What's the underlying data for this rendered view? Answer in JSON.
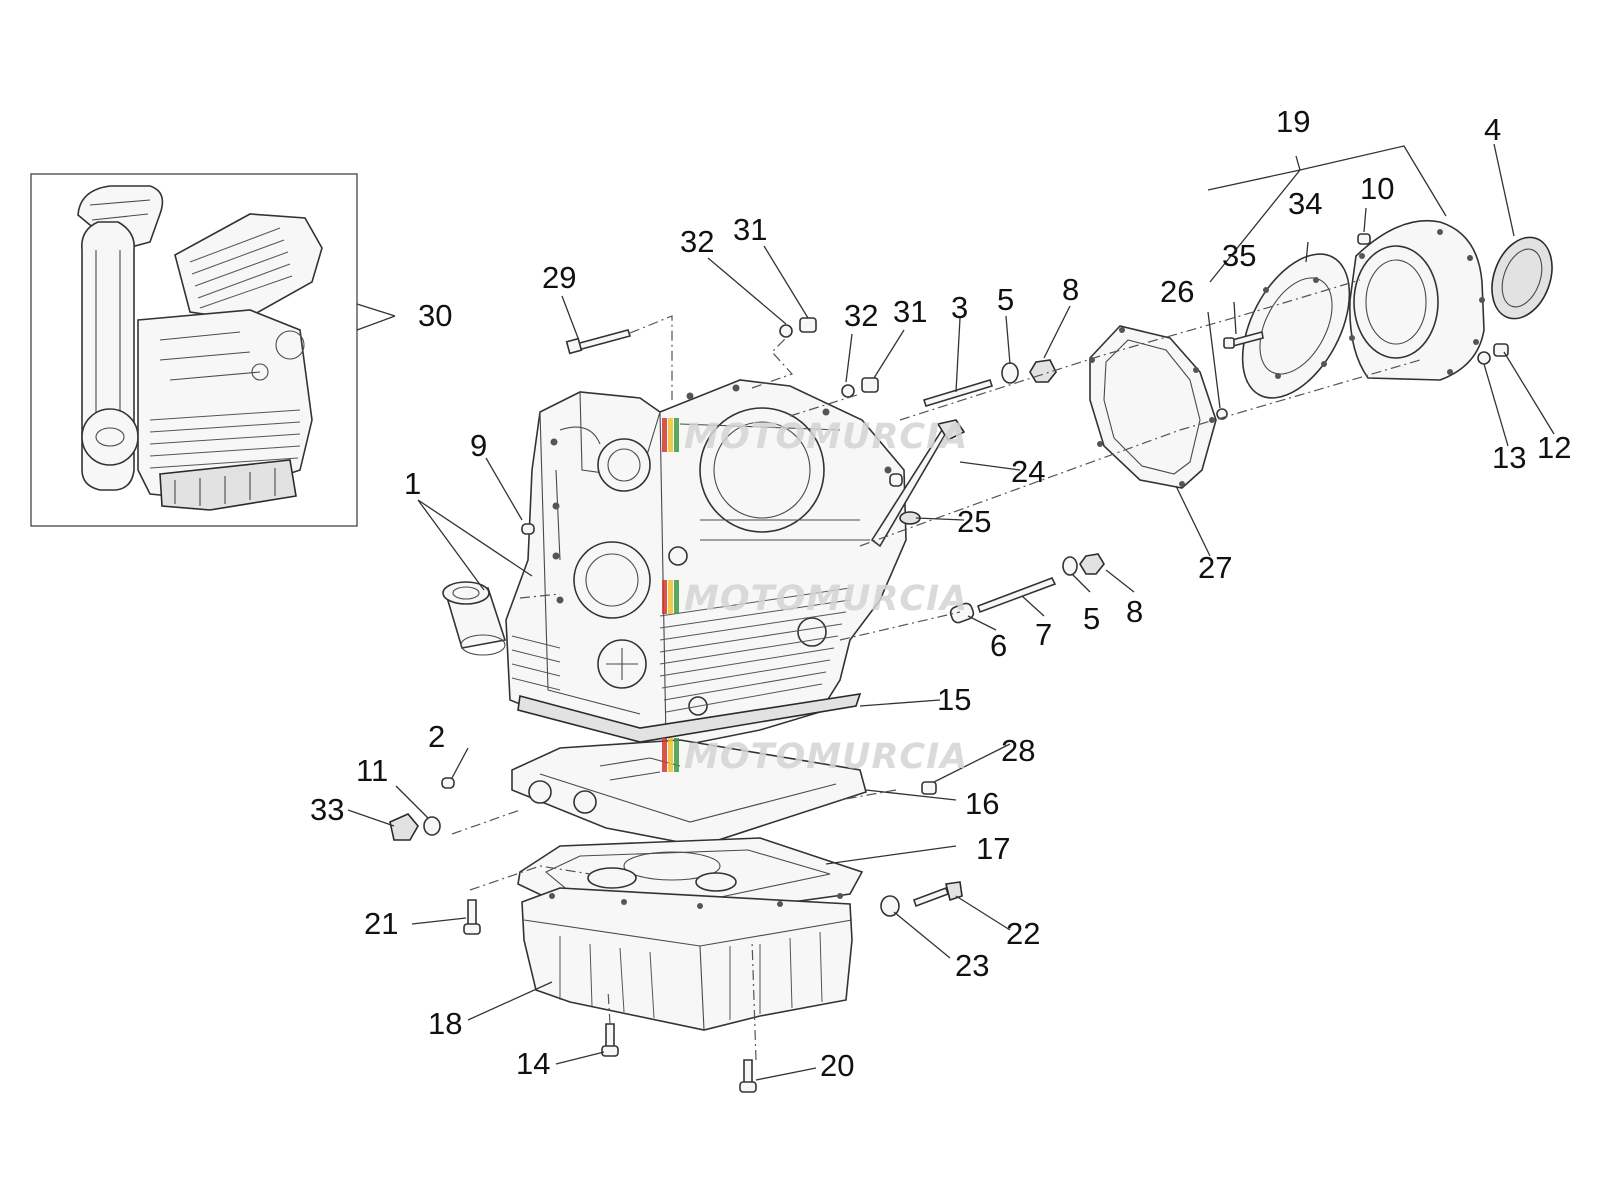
{
  "watermark": {
    "text": "MOTOMURCIA",
    "stripe_colors": [
      "#d23a2f",
      "#f2c230",
      "#3f9a48"
    ]
  },
  "callouts": {
    "c1": "1",
    "c2": "2",
    "c3": "3",
    "c4": "4",
    "c5a": "5",
    "c5b": "5",
    "c6": "6",
    "c7": "7",
    "c8a": "8",
    "c8b": "8",
    "c9": "9",
    "c10": "10",
    "c11": "11",
    "c12": "12",
    "c13": "13",
    "c14": "14",
    "c15": "15",
    "c16": "16",
    "c17": "17",
    "c18": "18",
    "c19": "19",
    "c20": "20",
    "c21": "21",
    "c22": "22",
    "c23": "23",
    "c24": "24",
    "c25": "25",
    "c26": "26",
    "c27": "27",
    "c28": "28",
    "c29": "29",
    "c30": "30",
    "c31a": "31",
    "c31b": "31",
    "c32a": "32",
    "c32b": "32",
    "c33": "33",
    "c34": "34",
    "c35": "35"
  },
  "colors": {
    "line": "#333333",
    "callout_text": "#111111",
    "watermark": "#d4d4d4"
  }
}
